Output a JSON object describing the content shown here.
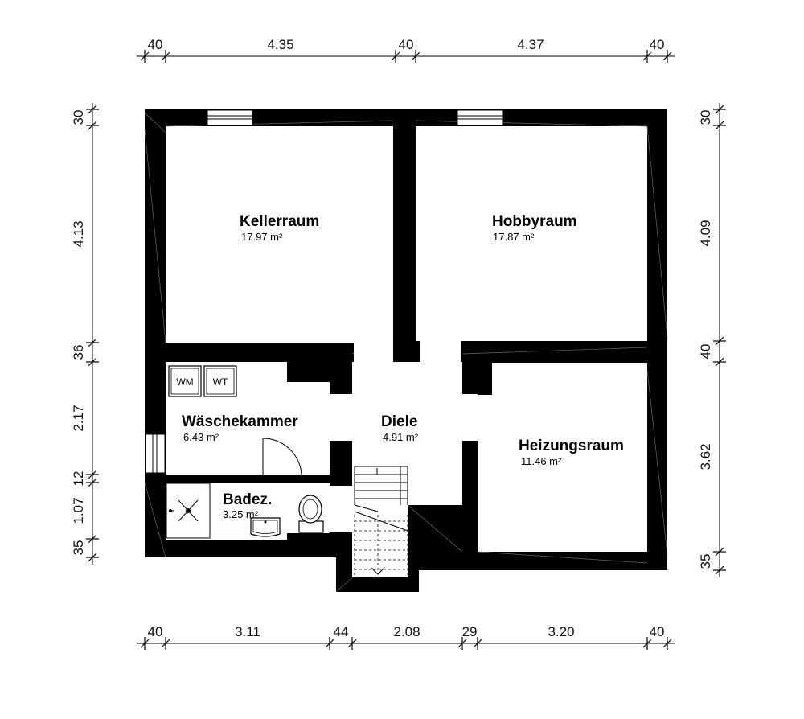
{
  "colors": {
    "wall": "#000000",
    "background": "#ffffff",
    "line": "#000000"
  },
  "rooms": {
    "kellerraum": {
      "name": "Kellerraum",
      "area": "17.97 m²"
    },
    "hobbyraum": {
      "name": "Hobbyraum",
      "area": "17.87 m²"
    },
    "waeschekammer": {
      "name": "Wäschekammer",
      "area": "6.43 m²"
    },
    "diele": {
      "name": "Diele",
      "area": "4.91 m²"
    },
    "heizungsraum": {
      "name": "Heizungsraum",
      "area": "11.46 m²"
    },
    "badez": {
      "name": "Badez.",
      "area": "3.25 m²"
    }
  },
  "appliances": {
    "wm": "WM",
    "wt": "WT"
  },
  "dimensions": {
    "top": [
      "40",
      "4.35",
      "40",
      "4.37",
      "40"
    ],
    "bottom": [
      "40",
      "3.11",
      "44",
      "2.08",
      "29",
      "3.20",
      "40"
    ],
    "left": [
      "30",
      "4.13",
      "36",
      "2.17",
      "12",
      "1.07",
      "35"
    ],
    "right": [
      "30",
      "4.09",
      "40",
      "3.62",
      "35"
    ]
  },
  "icons": [
    "washing-machine-icon",
    "dryer-icon",
    "shower-icon",
    "washbasin-icon",
    "toilet-icon",
    "door-swing-icon",
    "staircase-icon",
    "window-icon"
  ]
}
